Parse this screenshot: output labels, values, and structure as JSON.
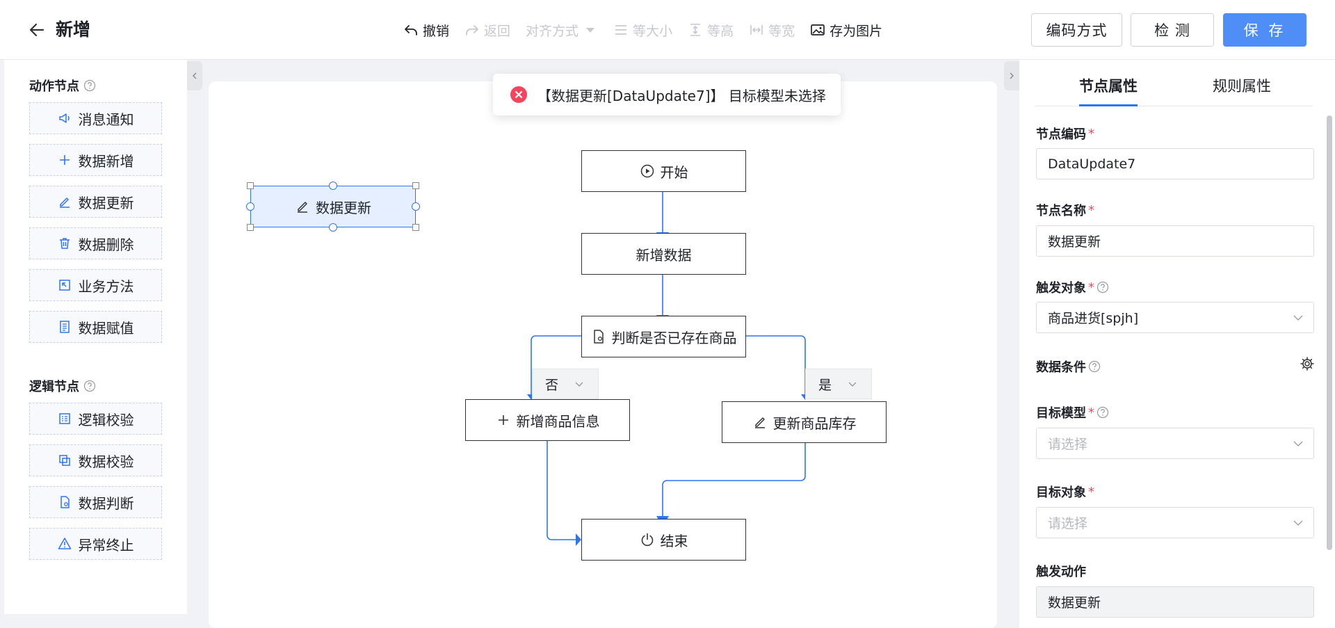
{
  "header": {
    "title": "新增",
    "toolbar": [
      {
        "label": "撤销",
        "icon": "undo-icon",
        "disabled": false
      },
      {
        "label": "返回",
        "icon": "redo-icon",
        "disabled": true
      },
      {
        "label": "对齐方式",
        "icon": "caret-down-icon",
        "disabled": true
      },
      {
        "label": "等大小",
        "icon": "equal-size-icon",
        "disabled": true
      },
      {
        "label": "等高",
        "icon": "equal-height-icon",
        "disabled": true
      },
      {
        "label": "等宽",
        "icon": "equal-width-icon",
        "disabled": true
      },
      {
        "label": "存为图片",
        "icon": "image-icon",
        "disabled": false
      }
    ],
    "buttons": {
      "encode": "编码方式",
      "check": "检 测",
      "save": "保 存"
    }
  },
  "palette": {
    "action_title": "动作节点",
    "action_items": [
      {
        "label": "消息通知",
        "icon": "megaphone-icon"
      },
      {
        "label": "数据新增",
        "icon": "plus-icon"
      },
      {
        "label": "数据更新",
        "icon": "pencil-icon"
      },
      {
        "label": "数据删除",
        "icon": "trash-icon"
      },
      {
        "label": "业务方法",
        "icon": "method-icon"
      },
      {
        "label": "数据赋值",
        "icon": "document-icon"
      }
    ],
    "logic_title": "逻辑节点",
    "logic_items": [
      {
        "label": "逻辑校验",
        "icon": "checklist-icon"
      },
      {
        "label": "数据校验",
        "icon": "copy-check-icon"
      },
      {
        "label": "数据判断",
        "icon": "file-judge-icon"
      },
      {
        "label": "异常终止",
        "icon": "warning-icon"
      }
    ]
  },
  "canvas": {
    "selected_node": "数据更新",
    "nodes": {
      "start": "开始",
      "add_data": "新增数据",
      "judge": "判断是否已存在商品",
      "add_product": "新增商品信息",
      "update_stock": "更新商品库存",
      "end": "结束"
    },
    "branches": {
      "no": "否",
      "yes": "是"
    },
    "edge_color": "#2f74f0"
  },
  "toast": {
    "message": "【数据更新[DataUpdate7]】 目标模型未选择",
    "type": "error",
    "color": "#f5455c"
  },
  "properties": {
    "tabs": [
      "节点属性",
      "规则属性"
    ],
    "active_tab": "节点属性",
    "fields": {
      "code_label": "节点编码",
      "code_value": "DataUpdate7",
      "name_label": "节点名称",
      "name_value": "数据更新",
      "trigger_label": "触发对象",
      "trigger_value": "商品进货[spjh]",
      "condition_label": "数据条件",
      "model_label": "目标模型",
      "model_placeholder": "请选择",
      "object_label": "目标对象",
      "object_placeholder": "请选择",
      "action_label": "触发动作",
      "action_value": "数据更新"
    }
  },
  "colors": {
    "primary": "#4f8ef7",
    "accent": "#2f74f0",
    "danger": "#f5455c"
  }
}
